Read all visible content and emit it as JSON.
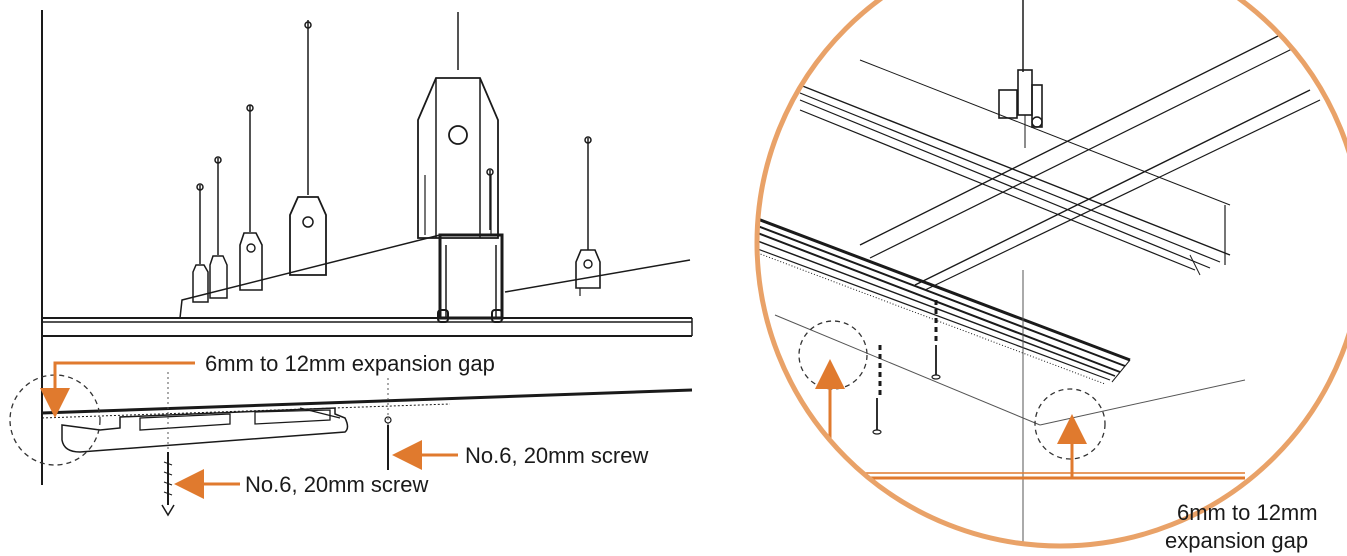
{
  "left_panel": {
    "gap_label": "6mm to 12mm expansion gap",
    "screw_label_right": "No.6, 20mm screw",
    "screw_label_bottom": "No.6, 20mm screw"
  },
  "right_panel": {
    "gap_label_line1": "6mm to 12mm",
    "gap_label_line2": "expansion gap"
  },
  "colors": {
    "accent": "#e07a2e",
    "ink": "#1a1a1a"
  }
}
